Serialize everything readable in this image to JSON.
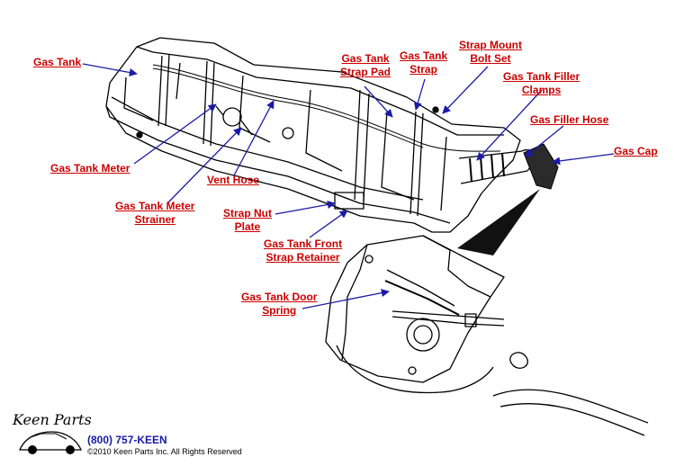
{
  "labels": {
    "gas_tank": "Gas Tank",
    "strap_pad_1": "Gas Tank",
    "strap_pad_2": "Strap Pad",
    "tank_strap_1": "Gas Tank",
    "tank_strap_2": "Strap",
    "mount_bolt_1": "Strap Mount",
    "mount_bolt_2": "Bolt Set",
    "filler_clamps_1": "Gas Tank Filler",
    "filler_clamps_2": "Clamps",
    "filler_hose": "Gas Filler Hose",
    "gas_cap": "Gas Cap",
    "tank_meter": "Gas Tank Meter",
    "vent_hose": "Vent Hose",
    "meter_strainer_1": "Gas Tank Meter",
    "meter_strainer_2": "Strainer",
    "strap_nut_1": "Strap Nut",
    "strap_nut_2": "Plate",
    "front_retainer_1": "Gas Tank Front",
    "front_retainer_2": "Strap Retainer",
    "door_spring_1": "Gas Tank Door",
    "door_spring_2": "Spring"
  },
  "footer": {
    "logo_text": "Keen Parts",
    "phone": "(800) 757-KEEN",
    "copyright": "©2010 Keen Parts Inc. All Rights Reserved"
  },
  "colors": {
    "label": "#cc0000",
    "arrow": "#1a1aa6",
    "line": "#000000"
  }
}
